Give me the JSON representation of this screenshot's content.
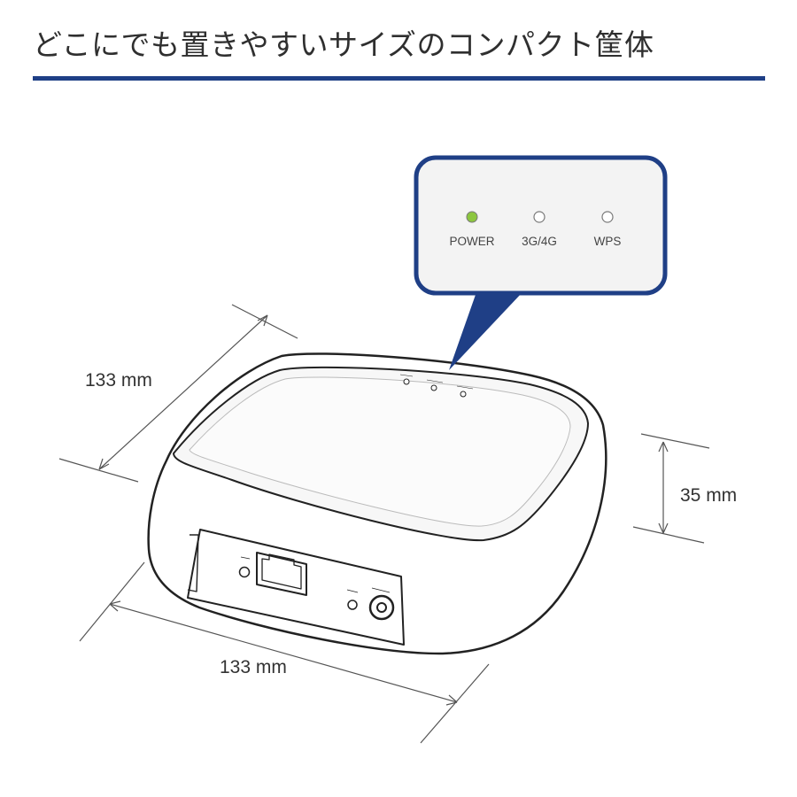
{
  "header": {
    "title": "どこにでも置きやすいサイズのコンパクト筐体"
  },
  "dimensions": {
    "depth": "133 mm",
    "height": "35 mm",
    "width": "133 mm"
  },
  "callout": {
    "leds": [
      {
        "label": "POWER",
        "state": "on"
      },
      {
        "label": "3G/4G",
        "state": "off"
      },
      {
        "label": "WPS",
        "state": "off"
      }
    ]
  },
  "colors": {
    "accent": "#1f3f86",
    "led_on": "#8cc63f",
    "device_outline": "#222222"
  }
}
